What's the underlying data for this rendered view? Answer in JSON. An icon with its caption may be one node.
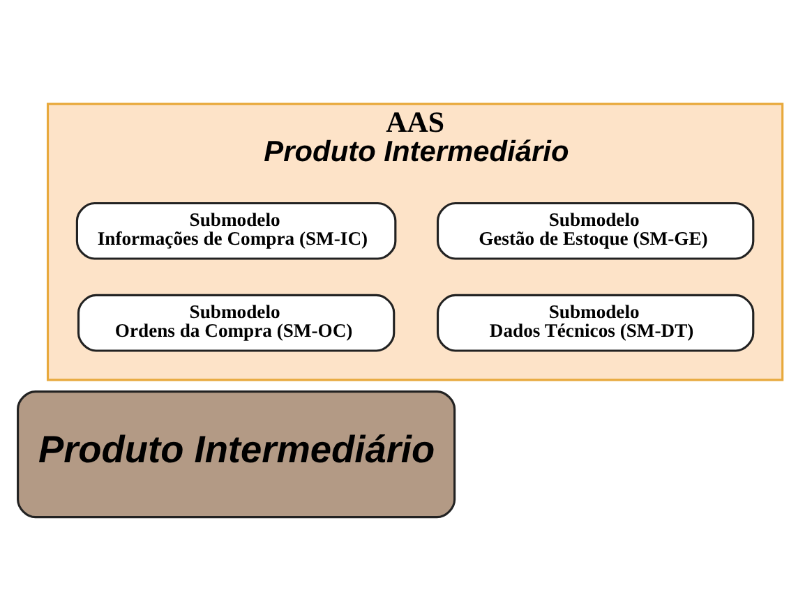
{
  "diagram": {
    "nodes": [
      {
        "text": [
          "AAS",
          "Produto Intermediário"
        ]
      },
      {
        "text": [
          "Submodelo Gestão de Estoque (SM-GE)"
        ],
        "in": 0
      },
      {
        "text": [
          "Submodelo Informações de Compra (SM-IC)"
        ],
        "in": 0
      },
      {
        "text": [
          "Submodelo Dados Técnicos (SM-DT)"
        ],
        "in": 0
      },
      {
        "text": [
          "Submodelo Ordens da Compra (SM-OC)"
        ],
        "in": 0
      },
      {
        "text": [
          "Produto Intermediário"
        ]
      }
    ]
  }
}
